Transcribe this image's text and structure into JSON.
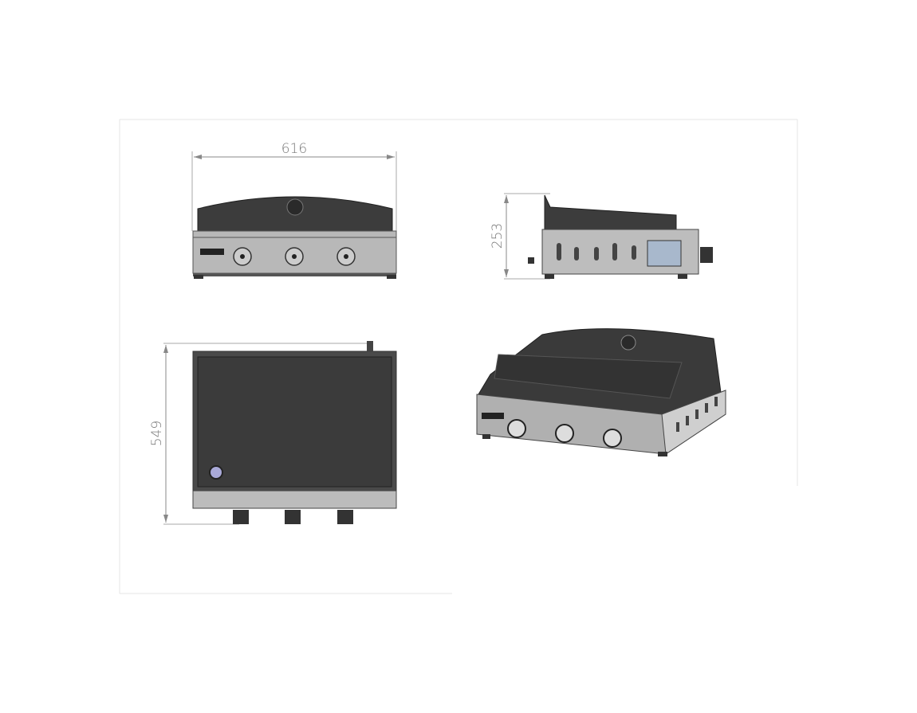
{
  "drawing": {
    "dimensions": {
      "width": "616",
      "height": "253",
      "depth": "549"
    },
    "views": [
      "front-view",
      "side-view",
      "top-view",
      "isometric-view"
    ],
    "colors": {
      "plate": "#3c3c3c",
      "body": "#b4b4b4",
      "dimension_line": "#888888",
      "frame": "#e6e6e6"
    }
  }
}
